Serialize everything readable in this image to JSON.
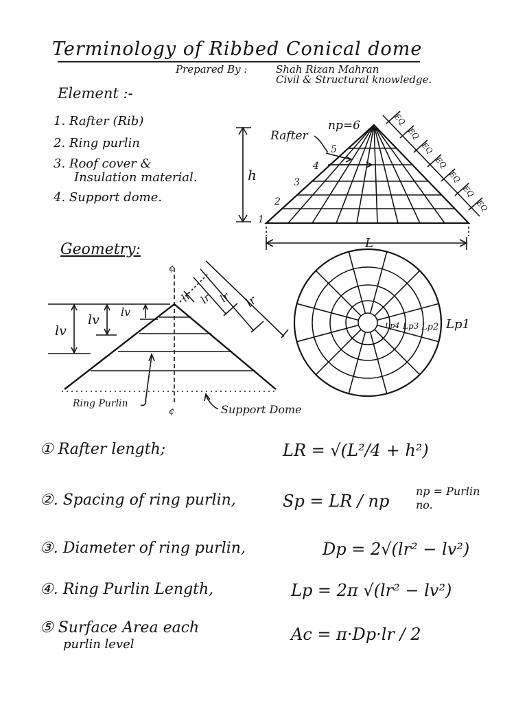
{
  "header": {
    "title": "Terminology of Ribbed Conical dome",
    "prepared_label": "Prepared By :",
    "author": "Shah Rizan Mahran",
    "department": "Civil & Structural knowledge."
  },
  "elements": {
    "heading": "Element :-",
    "items": [
      "1. Rafter (Rib)",
      "2. Ring purlin",
      "3. Roof cover &",
      "Insulation material.",
      "4. Support dome."
    ]
  },
  "diagram1": {
    "rafter_label": "Rafter",
    "np_label": "np=6",
    "h_label": "h",
    "l_label": "L",
    "eq_label": "EQ",
    "level_numbers": [
      "1",
      "2",
      "3",
      "4",
      "5"
    ]
  },
  "geometry": {
    "heading": "Geometry:",
    "cl": "¢",
    "lr": "lr",
    "lv": "lv",
    "ring_purlin": "Ring Purlin",
    "support_dome": "Support Dome",
    "lp_labels": [
      "Lp4",
      "Lp3",
      "Lp2",
      "Lp1"
    ]
  },
  "formulas": [
    {
      "label": "① Rafter length;",
      "expr": "LR = √(L²/4 + h²)"
    },
    {
      "label": "②. Spacing of ring purlin,",
      "expr": "Sp = LR / np",
      "note": "np = Purlin no."
    },
    {
      "label": "③. Diameter of ring purlin,",
      "expr": "Dp = 2√(lr² − lv²)"
    },
    {
      "label": "④. Ring Purlin Length,",
      "expr": "Lp = 2π √(lr² − lv²)"
    },
    {
      "label": "⑤ Surface Area each",
      "label2": "purlin level",
      "expr": "Ac = π·Dp·lr / 2"
    }
  ]
}
